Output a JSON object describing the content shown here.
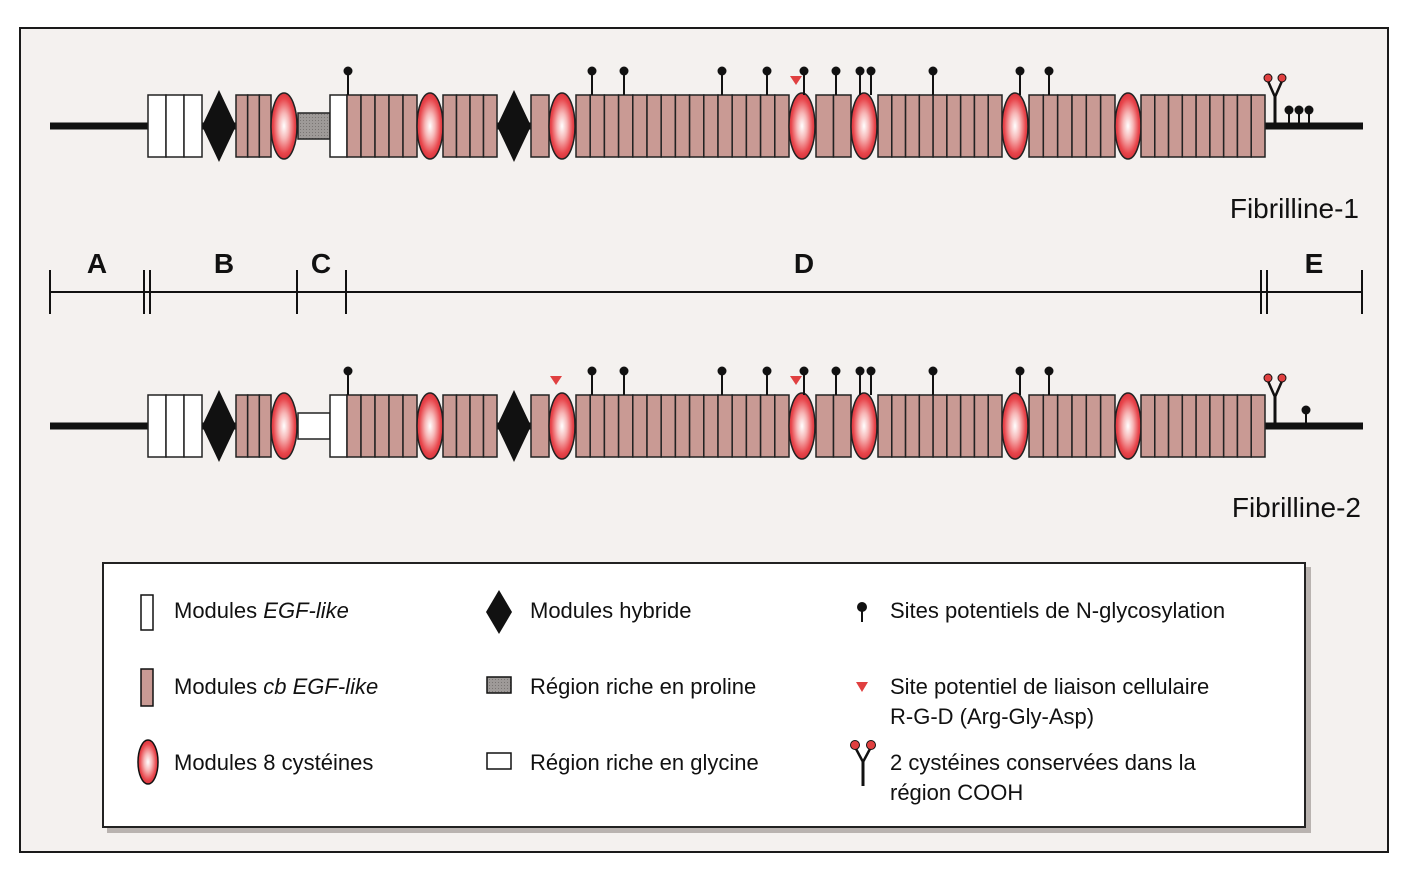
{
  "proteins": [
    {
      "name": "Fibrilline-1"
    },
    {
      "name": "Fibrilline-2"
    }
  ],
  "regions": [
    "A",
    "B",
    "C",
    "D",
    "E"
  ],
  "legend": {
    "egf": {
      "prefix": "Modules ",
      "italic": "EGF-like"
    },
    "cb_egf": {
      "prefix": "Modules ",
      "italic": "cb EGF-like"
    },
    "eight_cys": {
      "label": "Modules 8 cystéines"
    },
    "hybrid": {
      "label": "Modules hybride"
    },
    "proline": {
      "label": "Région riche en proline"
    },
    "glycine": {
      "label": "Région riche en glycine"
    },
    "nglyc": {
      "label": "Sites potentiels de N-glycosylation"
    },
    "rgd": {
      "line1": "Site potentiel de liaison cellulaire",
      "line2": "R-G-D  (Arg-Gly-Asp)"
    },
    "cys": {
      "line1": "2 cystéines conservées dans la",
      "line2": "région COOH"
    }
  },
  "colors": {
    "cb_egf": "#c99a94",
    "eight_cys": "#e8464c",
    "rgd": "#e04040",
    "proline": "#9e9a98",
    "line": "#111111"
  }
}
